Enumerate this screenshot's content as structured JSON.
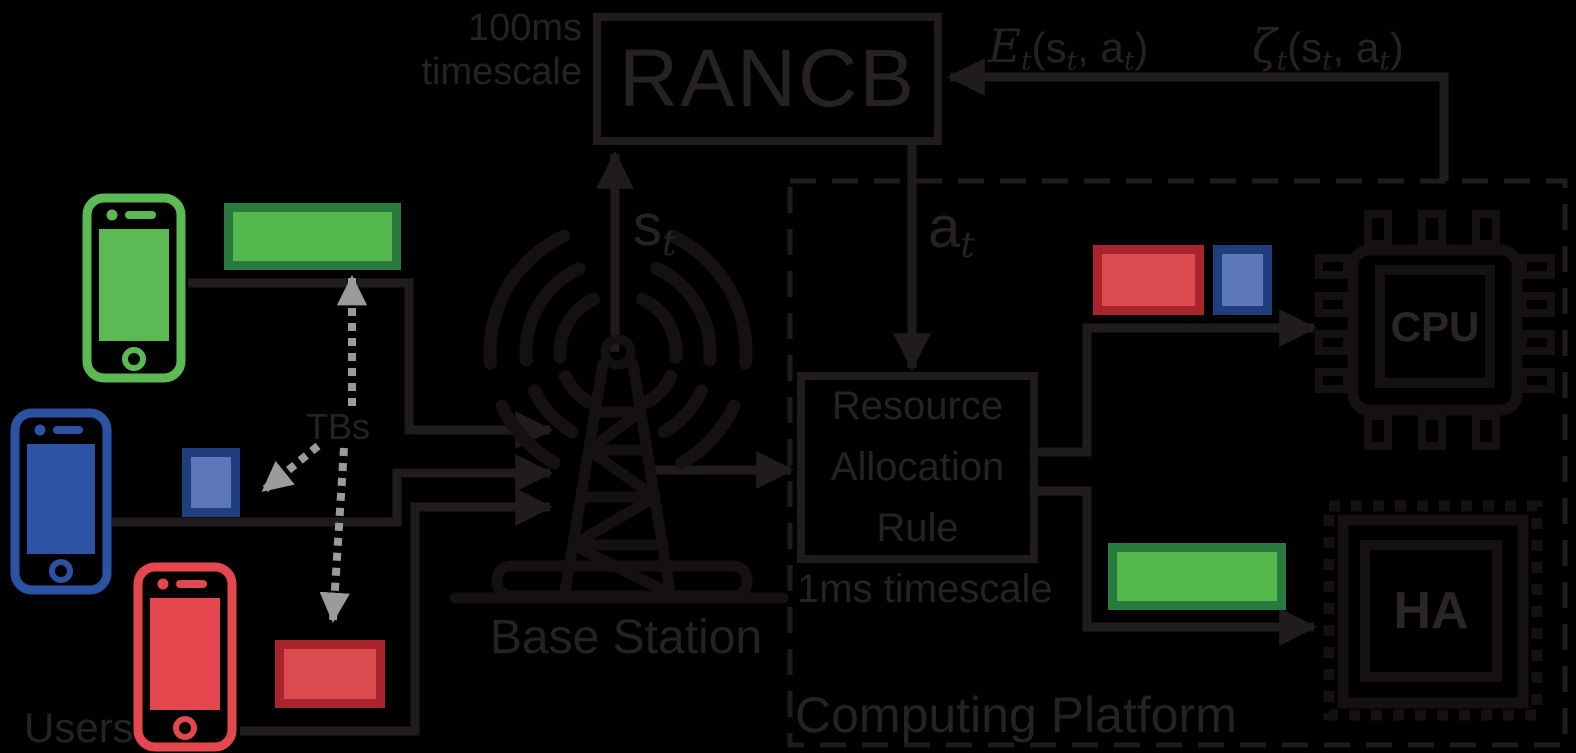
{
  "colors": {
    "background": "#000000",
    "ink_lines": "#201c1d",
    "icon_ink": "#151112",
    "text_ink": "#262122",
    "dotted_gray": "#9b9b9b",
    "green_fill": "#55b84c",
    "green_border": "#287b3c",
    "green_phone": "#5cba54",
    "blue_fill": "#5c77b7",
    "blue_border": "#1f3e7e",
    "blue_phone": "#2b52a3",
    "red_fill": "#da4a4f",
    "red_border": "#a9242c",
    "red_phone": "#e4484e"
  },
  "rancb": {
    "label": "RANCB",
    "timescale_line1": "100ms",
    "timescale_line2": "timescale"
  },
  "signals": {
    "state": {
      "base": "s",
      "sub": "t"
    },
    "action": {
      "base": "a",
      "sub": "t"
    },
    "energy": {
      "fn": "E",
      "fnsub": "t",
      "open": "(",
      "arg1": "s",
      "arg1sub": "t",
      "comma": ",",
      "arg2": "a",
      "arg2sub": "t",
      "close": ")"
    },
    "cost": {
      "fn": "ζ",
      "fnsub": "t",
      "open": "(",
      "arg1": "s",
      "arg1sub": "t",
      "comma": ",",
      "arg2": "a",
      "arg2sub": "t",
      "close": ")"
    }
  },
  "users": {
    "label": "Users"
  },
  "tbs": {
    "label": "TBs"
  },
  "base_station": {
    "label": "Base Station"
  },
  "rar": {
    "line1": "Resource",
    "line2": "Allocation",
    "line3": "Rule",
    "timescale": "1ms timescale"
  },
  "platform": {
    "label": "Computing Platform"
  },
  "cpu": {
    "label": "CPU"
  },
  "ha": {
    "label": "HA"
  }
}
